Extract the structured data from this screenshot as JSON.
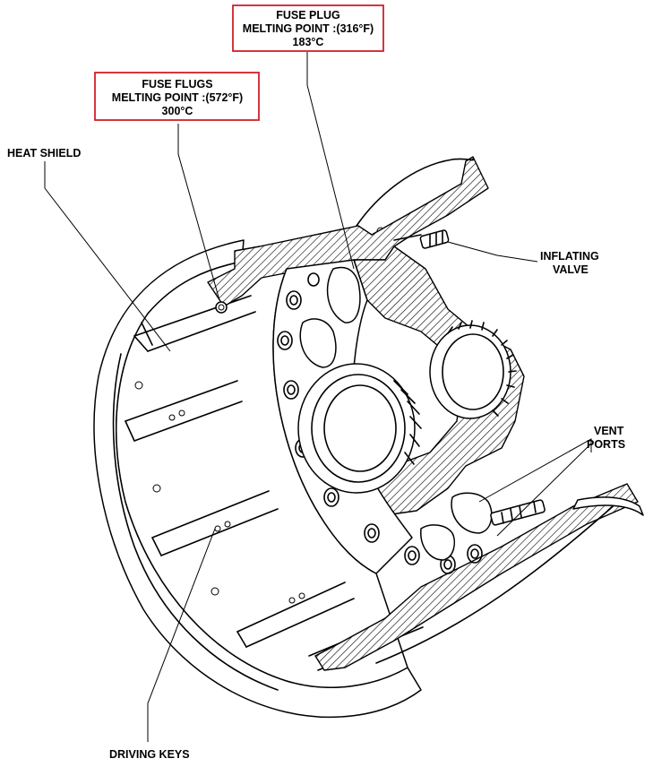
{
  "labels": {
    "fuse_plug_box": [
      "FUSE PLUG",
      "MELTING POINT :(316°F)",
      "183°C"
    ],
    "fuse_flugs_box": [
      "FUSE FLUGS",
      "MELTING POINT :(572°F)",
      "300°C"
    ],
    "heat_shield": "HEAT SHIELD",
    "inflating_valve": [
      "INFLATING",
      "VALVE"
    ],
    "vent_ports": [
      "VENT",
      "PORTS"
    ],
    "driving_keys": "DRIVING KEYS"
  },
  "colors": {
    "callout_box_border": "#d0202a",
    "ink": "#000000"
  }
}
